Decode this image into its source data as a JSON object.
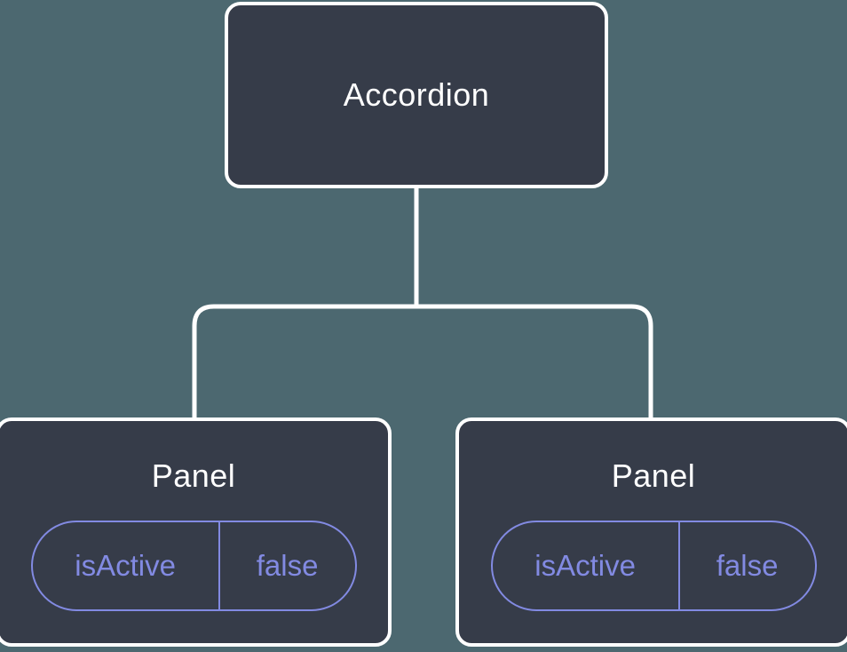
{
  "diagram": {
    "root": {
      "label": "Accordion"
    },
    "panels": [
      {
        "title": "Panel",
        "state": {
          "name": "isActive",
          "value": "false"
        }
      },
      {
        "title": "Panel",
        "state": {
          "name": "isActive",
          "value": "false"
        }
      }
    ],
    "colors": {
      "background": "#4C6870",
      "node_fill": "#363C49",
      "node_border": "#FFFFFF",
      "connector": "#FFFFFF",
      "state_accent": "#828AE2",
      "title_text": "#FFFFFF"
    }
  }
}
